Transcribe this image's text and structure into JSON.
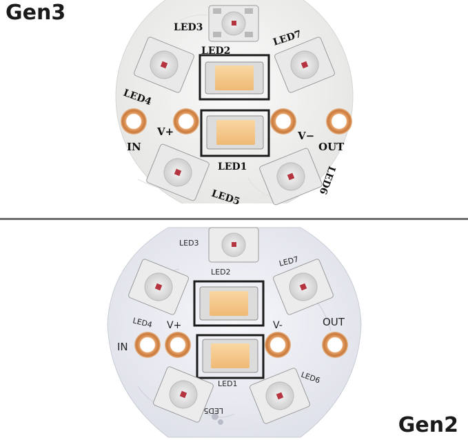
{
  "titles": {
    "top": "Gen3",
    "bottom": "Gen2"
  },
  "gen3": {
    "labels": {
      "led1": "LED1",
      "led2": "LED2",
      "led3": "LED3",
      "led4": "LED4",
      "led5": "LED5",
      "led6": "LED6",
      "led7": "LED7",
      "vplus": "V+",
      "vminus": "V−",
      "in": "IN",
      "out": "OUT"
    }
  },
  "gen2": {
    "labels": {
      "led1": "LED1",
      "led2": "LED2",
      "led3": "LED3",
      "led4": "LED4",
      "led5": "LED5",
      "led6": "LED6",
      "led7": "LED7",
      "vplus": "V+",
      "vminus": "V-",
      "in": "IN",
      "out": "OUT"
    }
  },
  "colors": {
    "board": "#f2f2f0",
    "pad_copper": "#d48a4a",
    "warm_led": "#f6c889",
    "rgb_led_body": "#e9e9e9",
    "rgb_led_center": "#b4343f",
    "divider": "#6b6b6b"
  }
}
